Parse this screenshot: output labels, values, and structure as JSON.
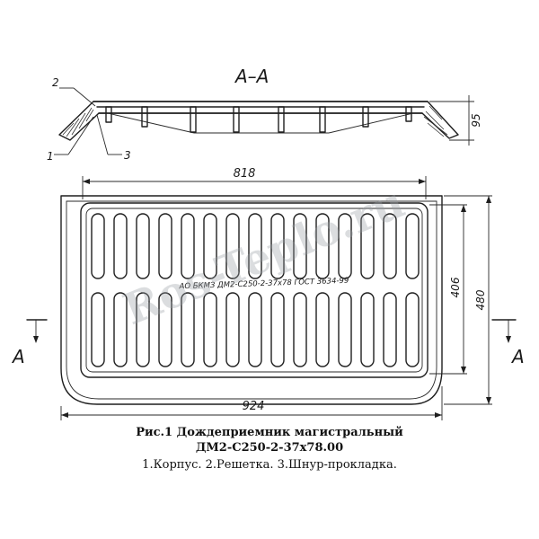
{
  "section": {
    "label": "A–A"
  },
  "callouts": {
    "c1": "1",
    "c2": "2",
    "c3": "3"
  },
  "dimensions": {
    "height_section": "95",
    "top_width": "818",
    "bottom_width": "924",
    "inner_height": "406",
    "outer_height": "480"
  },
  "grate_marking": "АО БКМЗ ДМ2-С250-2-37х78 ГОСТ 3634-99",
  "section_markers": {
    "left": "А",
    "right": "А"
  },
  "watermark": "Ros-Teplo.ru",
  "caption": {
    "line1": "Рис.1 Дождеприемник  магистральный",
    "line2": "ДМ2-С250-2-37х78.00",
    "line3": "1.Корпус.  2.Решетка.  3.Шнур-прокладка."
  },
  "slots": {
    "rows": 2,
    "columns": 15
  }
}
